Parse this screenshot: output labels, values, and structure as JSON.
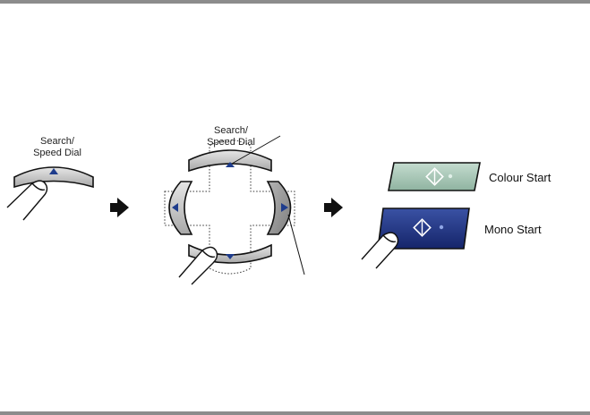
{
  "step1": {
    "label": "Search/\nSpeed Dial"
  },
  "step2": {
    "label": "Search/\nSpeed Dial"
  },
  "step3": {
    "colour_label": "Colour Start",
    "mono_label": "Mono Start"
  },
  "colors": {
    "key_gray": "#c8c8c8",
    "key_dark": "#9a9a9a",
    "arrow_blue": "#1e3c8c",
    "colour_green": "#a9c6b7",
    "mono_blue": "#1c2f7c",
    "rule": "#8c8c8c"
  },
  "icons": [
    "arrow-right-icon",
    "diamond-start-icon",
    "finger-icon"
  ]
}
